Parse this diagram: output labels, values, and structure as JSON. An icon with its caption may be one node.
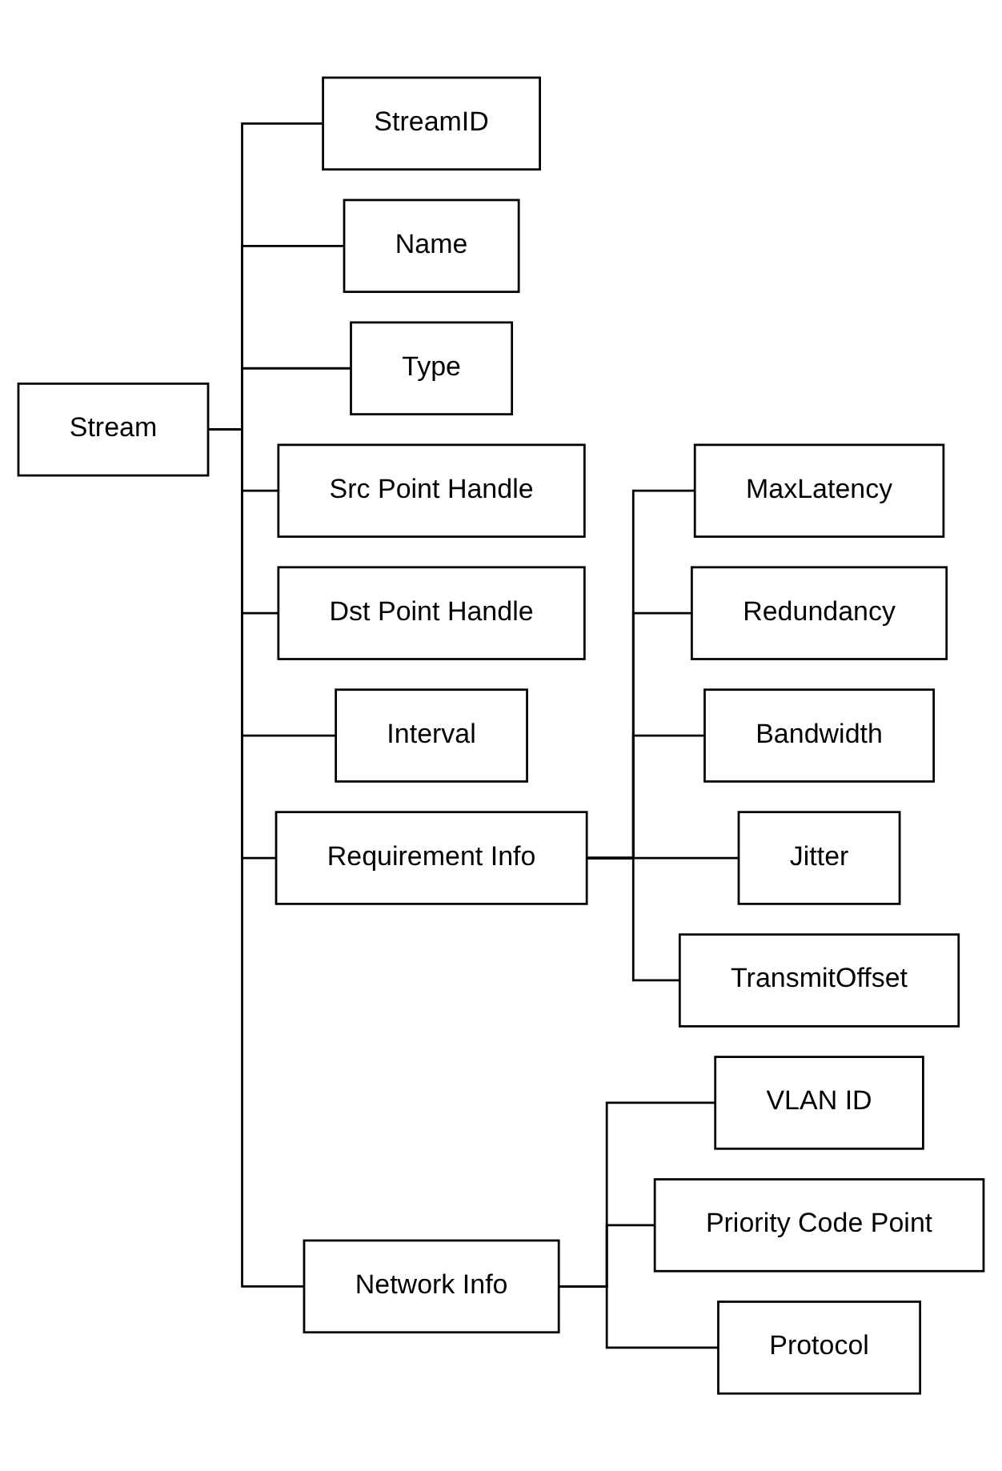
{
  "diagram": {
    "nodes": [
      {
        "text": [
          "Stream"
        ]
      },
      {
        "text": [
          "StreamID"
        ]
      },
      {
        "text": [
          "Name"
        ]
      },
      {
        "text": [
          "Type"
        ]
      },
      {
        "text": [
          "Src Point Handle"
        ]
      },
      {
        "text": [
          "Dst Point Handle"
        ]
      },
      {
        "text": [
          "Interval"
        ]
      },
      {
        "text": [
          "Requirement Info"
        ]
      },
      {
        "text": [
          "MaxLatency"
        ]
      },
      {
        "text": [
          "Redundancy"
        ]
      },
      {
        "text": [
          "Bandwidth"
        ]
      },
      {
        "text": [
          "Jitter"
        ]
      },
      {
        "text": [
          "TransmitOffset"
        ]
      },
      {
        "text": [
          "Network Info"
        ]
      },
      {
        "text": [
          "VLAN ID"
        ]
      },
      {
        "text": [
          "Priority Code Point"
        ]
      },
      {
        "text": [
          "Protocol"
        ]
      }
    ],
    "edges": [
      {
        "from": 0,
        "to": 1,
        "arrow": "none"
      },
      {
        "from": 0,
        "to": 2,
        "arrow": "none"
      },
      {
        "from": 0,
        "to": 3,
        "arrow": "none"
      },
      {
        "from": 0,
        "to": 4,
        "arrow": "none"
      },
      {
        "from": 0,
        "to": 5,
        "arrow": "none"
      },
      {
        "from": 0,
        "to": 6,
        "arrow": "none"
      },
      {
        "from": 0,
        "to": 7,
        "arrow": "none"
      },
      {
        "from": 0,
        "to": 13,
        "arrow": "none"
      },
      {
        "from": 7,
        "to": 8,
        "arrow": "none"
      },
      {
        "from": 7,
        "to": 9,
        "arrow": "none"
      },
      {
        "from": 7,
        "to": 10,
        "arrow": "none"
      },
      {
        "from": 7,
        "to": 11,
        "arrow": "none"
      },
      {
        "from": 7,
        "to": 12,
        "arrow": "none"
      },
      {
        "from": 13,
        "to": 14,
        "arrow": "none"
      },
      {
        "from": 13,
        "to": 15,
        "arrow": "none"
      },
      {
        "from": 13,
        "to": 16,
        "arrow": "none"
      }
    ]
  }
}
